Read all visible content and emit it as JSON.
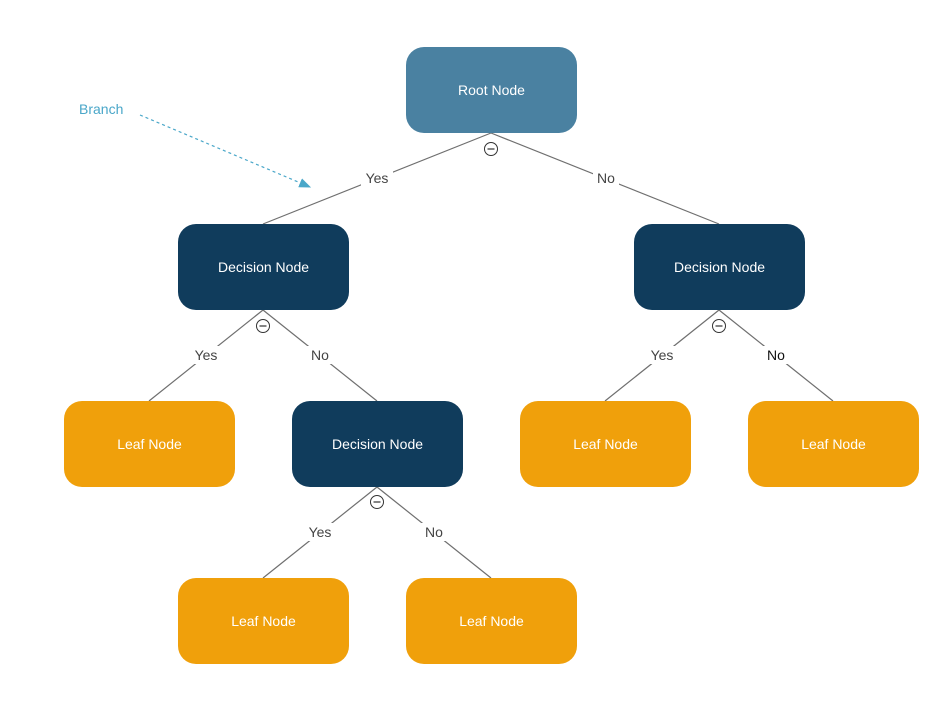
{
  "branch_label": "Branch",
  "colors": {
    "root": "#4a81a1",
    "decision": "#103c5c",
    "leaf": "#f0a00b",
    "branch": "#4aa7c9"
  },
  "nodes": {
    "root": "Root Node",
    "decision_left": "Decision Node",
    "decision_right": "Decision Node",
    "decision_mid": "Decision Node",
    "leaf_1": "Leaf Node",
    "leaf_2": "Leaf Node",
    "leaf_3": "Leaf Node",
    "leaf_4": "Leaf Node",
    "leaf_5": "Leaf Node"
  },
  "edges": {
    "root_yes": "Yes",
    "root_no": "No",
    "left_yes": "Yes",
    "left_no": "No",
    "right_yes": "Yes",
    "right_no": "No",
    "mid_yes": "Yes",
    "mid_no": "No"
  },
  "collapse_icon": "circle-minus-icon"
}
